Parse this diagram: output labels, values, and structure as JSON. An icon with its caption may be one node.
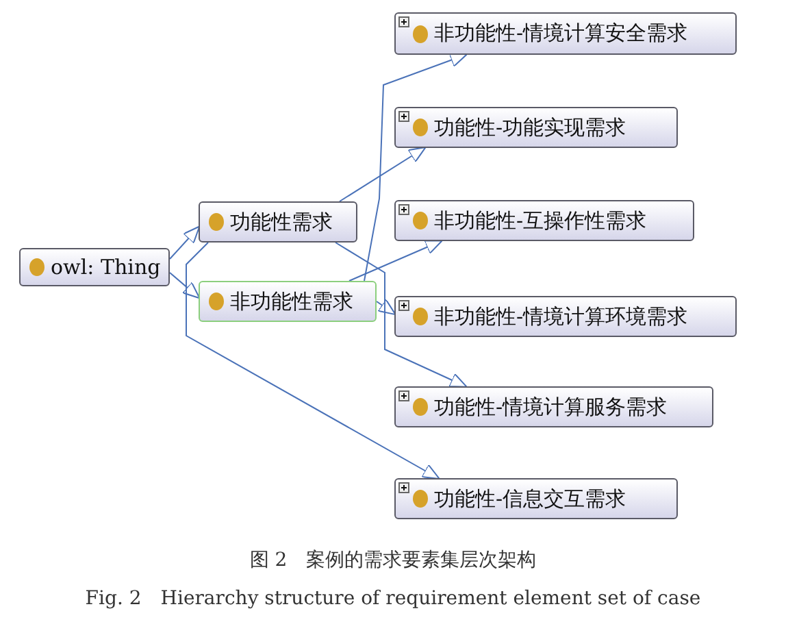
{
  "diagram": {
    "caption": "图 2　案例的需求要素集层次架构",
    "nodes": [
      {
        "text": [
          "owl: Thing"
        ]
      },
      {
        "text": [
          "功能性需求"
        ]
      },
      {
        "text": [
          "非功能性需求"
        ]
      },
      {
        "text": [
          "非功能性-情境计算安全需求"
        ]
      },
      {
        "text": [
          "功能性-功能实现需求"
        ]
      },
      {
        "text": [
          "非功能性-互操作性需求"
        ]
      },
      {
        "text": [
          "非功能性-情境计算环境需求"
        ]
      },
      {
        "text": [
          "功能性-情境计算服务需求"
        ]
      },
      {
        "text": [
          "功能性-信息交互需求"
        ]
      }
    ],
    "edges": [
      {
        "from": 0,
        "to": 1,
        "arrow": "to"
      },
      {
        "from": 0,
        "to": 2,
        "arrow": "to"
      },
      {
        "from": 2,
        "to": 3,
        "arrow": "to"
      },
      {
        "from": 1,
        "to": 4,
        "arrow": "to"
      },
      {
        "from": 2,
        "to": 5,
        "arrow": "to"
      },
      {
        "from": 2,
        "to": 6,
        "arrow": "to"
      },
      {
        "from": 1,
        "to": 7,
        "arrow": "to"
      },
      {
        "from": 1,
        "to": 8,
        "arrow": "to"
      }
    ],
    "labels": [
      "Fig. 2　Hierarchy structure of requirement element set of case"
    ]
  }
}
